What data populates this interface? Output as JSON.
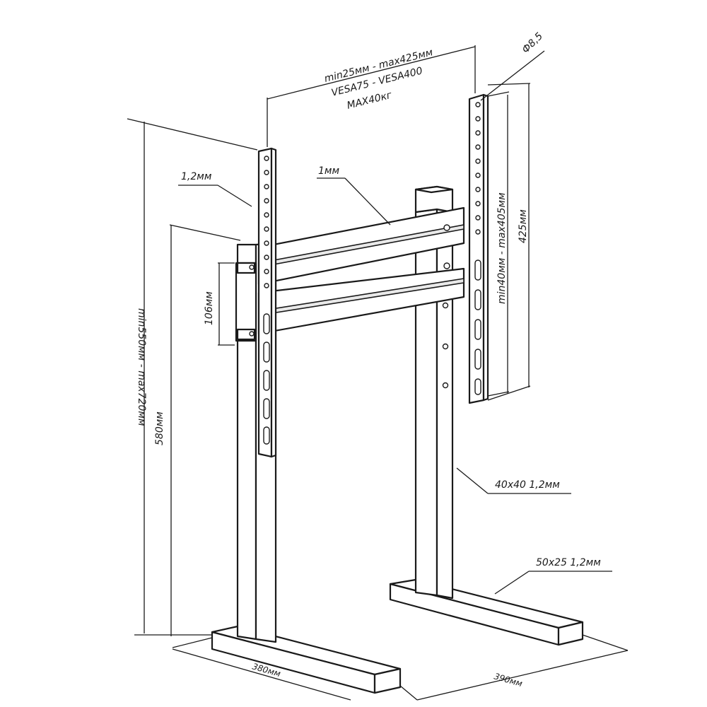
{
  "labels": {
    "vesa_range": "min25мм - max425мм",
    "vesa_standard": "VESA75 - VESA400",
    "max_load": "MAX40кг",
    "hole_diameter": "Ф8,5",
    "plate_thickness": "1,2мм",
    "bar_thickness": "1мм",
    "bracket_height": "106мм",
    "stand_height": "min550мм - max720мм",
    "column_height": "580мм",
    "vertical_range": "min40мм - max405мм",
    "vertical_total": "425мм",
    "column_profile": "40x40 1,2мм",
    "foot_profile": "50x25 1,2мм",
    "base_depth": "380мм",
    "base_width": "390мм"
  }
}
